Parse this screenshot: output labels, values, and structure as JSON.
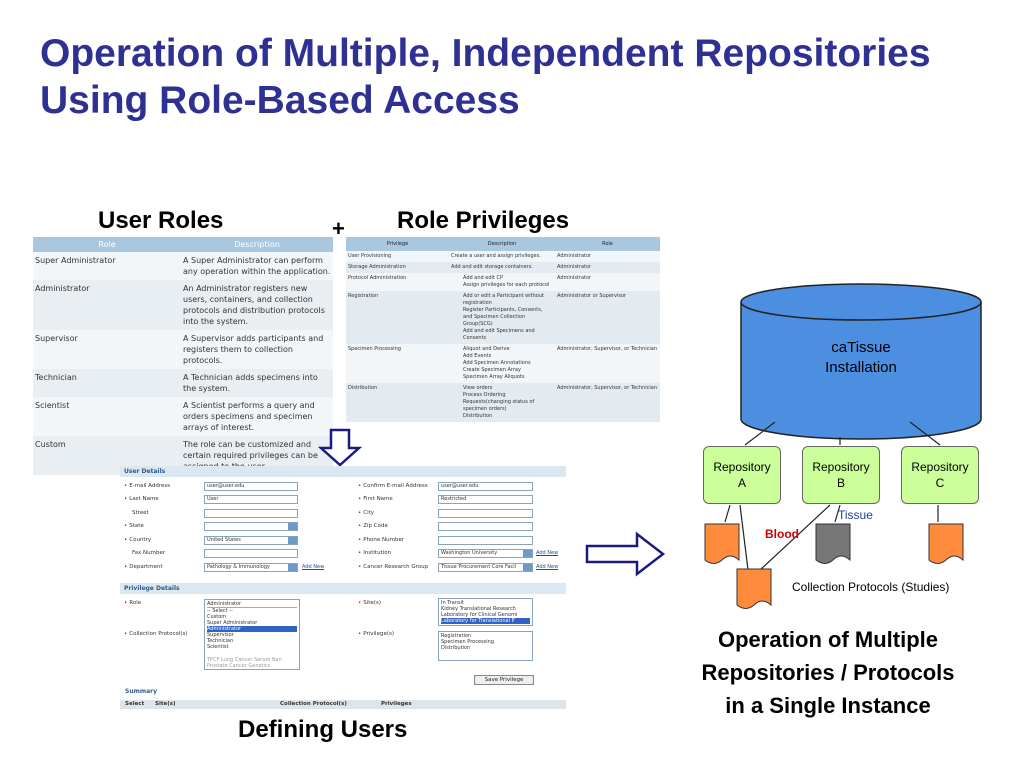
{
  "slide": {
    "title": "Operation of Multiple, Independent Repositories Using Role-Based Access",
    "colors": {
      "title": "#2e3192",
      "table_header": "#a9c8e0",
      "repository_fill": "#ccff99",
      "database_fill": "#4c8fe0",
      "sample_orange": "#ff8c3c",
      "sample_gray": "#777777",
      "blood_label": "#cc0000",
      "tissue_label": "#1f3fa0",
      "arrow": "#1a1a80"
    }
  },
  "labels": {
    "user_roles": "User Roles",
    "plus": "+",
    "role_privileges": "Role Privileges",
    "defining_users": "Defining Users",
    "caption_line1": "Operation of Multiple",
    "caption_line2": "Repositories / Protocols",
    "caption_line3": "in a Single Instance"
  },
  "roles_table": {
    "headers": [
      "Role",
      "Description"
    ],
    "rows": [
      {
        "role": "Super Administrator",
        "description": "A Super Administrator can perform any operation within the application."
      },
      {
        "role": "Administrator",
        "description": "An Administrator registers new users, containers, and collection protocols and distribution protocols into the system."
      },
      {
        "role": "Supervisor",
        "description": "A Supervisor adds participants and registers them to collection protocols."
      },
      {
        "role": "Technician",
        "description": "A Technician adds specimens into the system."
      },
      {
        "role": "Scientist",
        "description": "A Scientist performs a query and orders specimens and specimen arrays of interest."
      },
      {
        "role": "Custom",
        "description": "The role can be customized and certain required privileges can be assigned to the user."
      }
    ]
  },
  "privileges_table": {
    "headers": [
      "Privilege",
      "Description",
      "Role"
    ],
    "rows": [
      {
        "privilege": "User Provisioning",
        "actions": [
          "Create a user and assign privileges."
        ],
        "role": "Administrator"
      },
      {
        "privilege": "Storage Administration",
        "actions": [
          "Add and edit storage containers."
        ],
        "role": "Administrator"
      },
      {
        "privilege": "Protocol Administration",
        "actions": [
          "Add and edit CP",
          "Assign privileges for each protocol"
        ],
        "role": "Administrator"
      },
      {
        "privilege": "Registration",
        "actions": [
          "Add or edit a Participant without registration",
          "Register Participants, Consents, and Specimen Collection Group(SCG)",
          "Add and edit Specimens and Consents"
        ],
        "role": "Administrator or Supervisor"
      },
      {
        "privilege": "Specimen Processing",
        "actions": [
          "Aliquot and Derive",
          "Add Events",
          "Add Specimen Annotations",
          "Create Specimen Array",
          "Specimen Array Aliquots"
        ],
        "role": "Administrator, Supervisor, or Technician"
      },
      {
        "privilege": "Distribution",
        "actions": [
          "View orders",
          "Process Ordering Requests(changing status of specimen orders)",
          "Distribution"
        ],
        "role": "Administrator, Supervisor, or Technician"
      }
    ]
  },
  "user_form": {
    "user_details_header": "User Details",
    "fields": {
      "email": {
        "label": "E-mail Address",
        "value": "user@user.edu"
      },
      "confirm_email": {
        "label": "Confirm E-mail Address",
        "value": "user@user.edu"
      },
      "last_name": {
        "label": "Last Name",
        "value": "User"
      },
      "first_name": {
        "label": "First Name",
        "value": "Restricted"
      },
      "street": {
        "label": "Street",
        "value": ""
      },
      "city": {
        "label": "City",
        "value": ""
      },
      "state": {
        "label": "State",
        "value": ""
      },
      "zip": {
        "label": "Zip Code",
        "value": ""
      },
      "country": {
        "label": "Country",
        "value": "United States"
      },
      "phone": {
        "label": "Phone Number",
        "value": ""
      },
      "fax": {
        "label": "Fax Number",
        "value": ""
      },
      "institution": {
        "label": "Institution",
        "value": "Washington University"
      },
      "department": {
        "label": "Department",
        "value": "Pathology & Immunology"
      },
      "cancer_group": {
        "label": "Cancer Research Group",
        "value": "Tissue Procurement Core Facil"
      }
    },
    "add_new": "Add New",
    "privilege_details_header": "Privilege Details",
    "role": {
      "label": "Role",
      "value": "Administrator",
      "options": [
        "-- Select --",
        "Custom",
        "Super Administrator",
        "Administrator",
        "Supervisor",
        "Technician",
        "Scientist"
      ],
      "selected": "Administrator"
    },
    "sites": {
      "label": "Site(s)",
      "options": [
        "In Transit",
        "Kidney Translational Research",
        "Laboratory for Clinical Genomi",
        "Laboratory for Translational P"
      ],
      "selected": "Laboratory for Translational P"
    },
    "collection_protocols": {
      "label": "Collection Protocol(s)",
      "options": [
        "TPCF Lung Cancer Serum Ban",
        "Prostate Cancer Genetics"
      ]
    },
    "privileges": {
      "label": "Privilege(s)",
      "options": [
        "Registration",
        "Specimen Processing",
        "Distribution"
      ]
    },
    "save_privilege": "Save Privilege",
    "summary_header": "Summary",
    "summary_columns": [
      "Select",
      "Site(s)",
      "Collection Protocol(s)",
      "Privileges"
    ]
  },
  "diagram": {
    "database_line1": "caTissue",
    "database_line2": "Installation",
    "repositories": [
      {
        "line1": "Repository",
        "line2": "A"
      },
      {
        "line1": "Repository",
        "line2": "B"
      },
      {
        "line1": "Repository",
        "line2": "C"
      }
    ],
    "blood_label": "Blood",
    "tissue_label": "Tissue",
    "collection_label": "Collection Protocols (Studies)"
  }
}
